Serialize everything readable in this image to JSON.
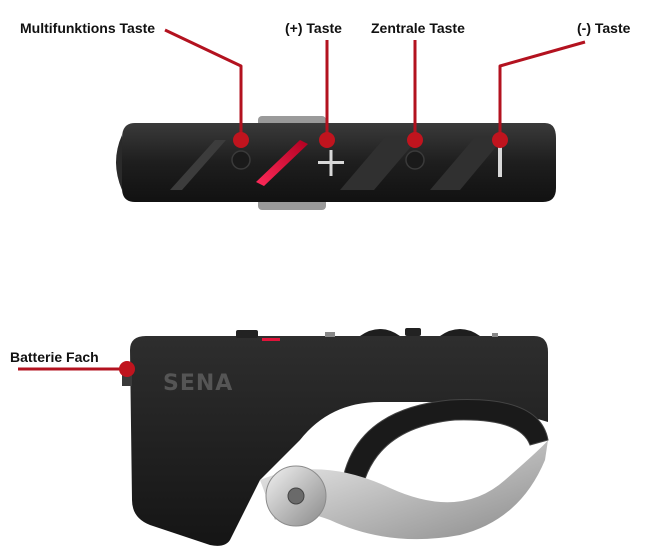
{
  "labels": {
    "multi": "Multifunktions Taste",
    "plus": "(+) Taste",
    "central": "Zentrale Taste",
    "minus": "(-) Taste",
    "battery": "Batterie Fach"
  },
  "brand": "SENA",
  "colors": {
    "leader": "#b3121f",
    "dot": "#c0141e",
    "body": "#222222",
    "accent": "#e0143a",
    "metal": "#c8c8c8"
  },
  "icons": {
    "plus_button": "plus-icon",
    "minus_button": "minus-icon"
  }
}
